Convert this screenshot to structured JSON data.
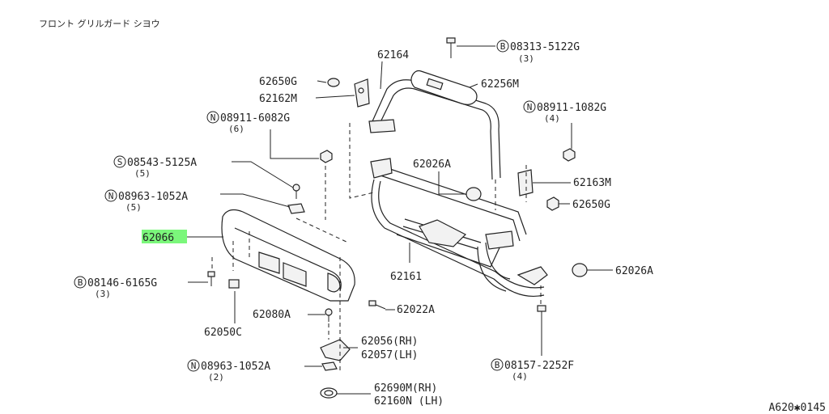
{
  "title": "フロント グリルガード シヨウ",
  "footer_code": "A620✱0145",
  "highlight_color": "#7bf77b",
  "labels": {
    "p62164": "62164",
    "p62650G_a": "62650G",
    "p62162M": "62162M",
    "b08313": {
      "prefix": "B",
      "code": "08313-5122G",
      "qty": "(3)"
    },
    "p62256M": "62256M",
    "n08911_6082G": {
      "prefix": "N",
      "code": "08911-6082G",
      "qty": "(6)"
    },
    "n08911_1082G": {
      "prefix": "N",
      "code": "08911-1082G",
      "qty": "(4)"
    },
    "s08543": {
      "prefix": "S",
      "code": "08543-5125A",
      "qty": "(5)"
    },
    "p62026A_a": "62026A",
    "p62163M": "62163M",
    "n08963_a": {
      "prefix": "N",
      "code": "08963-1052A",
      "qty": "(5)"
    },
    "p62650G_b": "62650G",
    "p62066": "62066",
    "p62161": "62161",
    "p62026A_b": "62026A",
    "b08146": {
      "prefix": "B",
      "code": "08146-6165G",
      "qty": "(3)"
    },
    "p62080A": "62080A",
    "p62022A": "62022A",
    "p62050C": "62050C",
    "p62056": "62056(RH)",
    "p62057": "62057(LH)",
    "n08963_b": {
      "prefix": "N",
      "code": "08963-1052A",
      "qty": "(2)"
    },
    "b08157": {
      "prefix": "B",
      "code": "08157-2252F",
      "qty": "(4)"
    },
    "p62690M": "62690M(RH)",
    "p62160N": "62160N (LH)"
  }
}
